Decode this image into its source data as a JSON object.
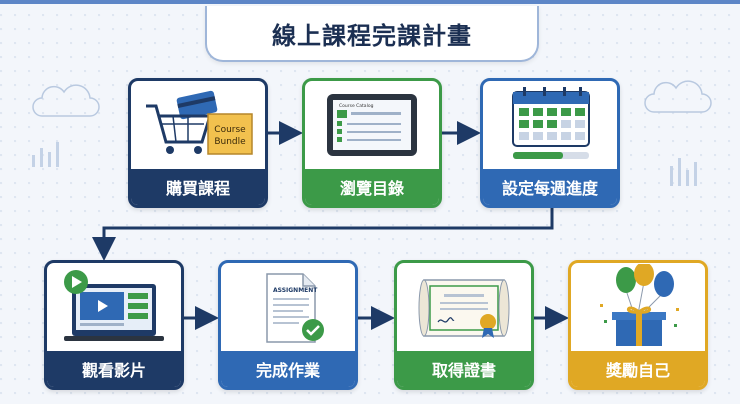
{
  "title": "線上課程完課計畫",
  "steps": [
    {
      "label": "購買課程",
      "color": "#1e3a66",
      "art_text": "Course Bundle",
      "icon": "shopping-cart-icon"
    },
    {
      "label": "瀏覽目錄",
      "color": "#3c9a48",
      "art_text": "Course Catalog",
      "icon": "tablet-catalog-icon"
    },
    {
      "label": "設定每週進度",
      "color": "#2f69b4",
      "icon": "calendar-progress-icon"
    },
    {
      "label": "觀看影片",
      "color": "#1e3a66",
      "icon": "video-player-icon"
    },
    {
      "label": "完成作業",
      "color": "#2f69b4",
      "art_text": "ASSIGNMENT",
      "icon": "assignment-check-icon"
    },
    {
      "label": "取得證書",
      "color": "#3c9a48",
      "icon": "certificate-icon"
    },
    {
      "label": "獎勵自己",
      "color": "#e0a824",
      "icon": "gift-balloons-icon"
    }
  ]
}
